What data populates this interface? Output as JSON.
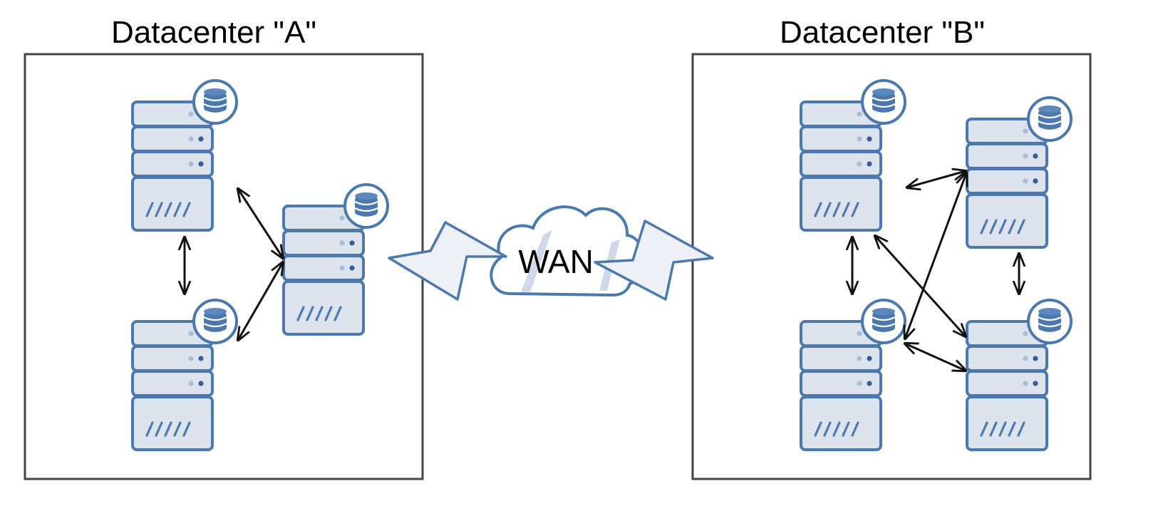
{
  "diagram": {
    "datacenters": [
      {
        "title": "Datacenter \"A\""
      },
      {
        "title": "Datacenter \"B\""
      }
    ],
    "network": {
      "label": "WAN"
    },
    "icons": {
      "server": "server-rack-icon",
      "database": "database-icon",
      "cloud": "cloud-icon",
      "link": "lightning-bolt-icon"
    },
    "colors": {
      "accent": "#4b78ad",
      "fill": "#dde3ed",
      "frame": "#444444",
      "connector": "#111111"
    }
  }
}
